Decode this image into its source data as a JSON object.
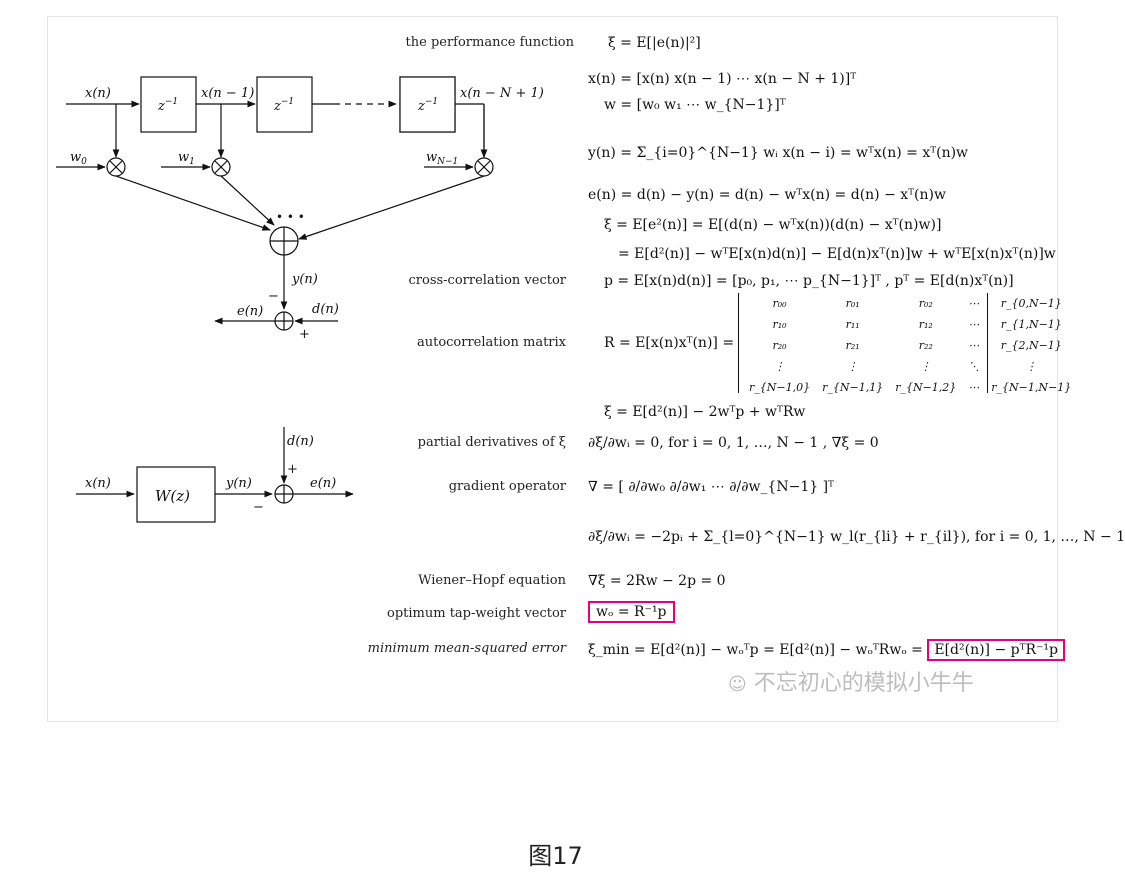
{
  "diagram": {
    "labels": {
      "xn": "x(n)",
      "xn1": "x(n − 1)",
      "xnN1": "x(n − N + 1)",
      "zinv": "z",
      "zexp": "−1",
      "w0": "w",
      "w0sub": "0",
      "w1": "w",
      "w1sub": "1",
      "wN1": "w",
      "wN1sub": "N−1",
      "yn": "y(n)",
      "en": "e(n)",
      "dn": "d(n)",
      "minus": "−",
      "plus": "+",
      "dots": "• • •",
      "wz": "W(z)"
    }
  },
  "rows": [
    {
      "label": "the performance function",
      "eq": "ξ = E[|e(n)|²]"
    },
    {
      "label": "",
      "eq": "x(n) = [x(n) x(n − 1) ⋯ x(n − N + 1)]ᵀ"
    },
    {
      "label": "",
      "eq": "w = [w₀ w₁ ⋯ w_{N−1}]ᵀ"
    },
    {
      "label": "",
      "eq": "y(n) = Σ_{i=0}^{N−1} wᵢ x(n − i) = wᵀx(n) = xᵀ(n)w"
    },
    {
      "label": "",
      "eq": "e(n) = d(n) − y(n) = d(n) − wᵀx(n) = d(n) − xᵀ(n)w"
    },
    {
      "label": "",
      "eq": "ξ = E[e²(n)] = E[(d(n) − wᵀx(n))(d(n) − xᵀ(n)w)]"
    },
    {
      "label": "",
      "eq": "= E[d²(n)] − wᵀE[x(n)d(n)] − E[d(n)xᵀ(n)]w + wᵀE[x(n)xᵀ(n)]w"
    },
    {
      "label": "cross-correlation vector",
      "eq": "p = E[x(n)d(n)] = [p₀, p₁, ⋯ p_{N−1}]ᵀ ,  pᵀ = E[d(n)xᵀ(n)]"
    },
    {
      "label": "autocorrelation matrix",
      "eq": "R = E[x(n)xᵀ(n)] ="
    },
    {
      "label": "",
      "eq": "ξ = E[d²(n)] − 2wᵀp + wᵀRw"
    },
    {
      "label": "partial derivatives of ξ",
      "eq": "∂ξ/∂wᵢ = 0,  for i = 0, 1, …, N − 1  ,  ∇ξ = 0"
    },
    {
      "label": "gradient operator",
      "eq": "∇ = [ ∂/∂w₀  ∂/∂w₁  ⋯  ∂/∂w_{N−1} ]ᵀ"
    },
    {
      "label": "",
      "eq": "∂ξ/∂wᵢ = −2pᵢ + Σ_{l=0}^{N−1} w_l(r_{li} + r_{il}),  for i = 0, 1, …, N − 1"
    },
    {
      "label": "Wiener–Hopf equation",
      "eq": "∇ξ = 2Rw − 2p = 0"
    },
    {
      "label": "optimum tap-weight vector",
      "eq": "wₒ = R⁻¹p"
    },
    {
      "label": "minimum mean-squared error",
      "eq": "ξ_min = E[d²(n)] − wₒᵀp = E[d²(n)] − wₒᵀRwₒ =",
      "boxed_tail": "E[d²(n)] − pᵀR⁻¹p"
    }
  ],
  "matrix": {
    "rows": [
      [
        "r₀₀",
        "r₀₁",
        "r₀₂",
        "⋯",
        "r_{0,N−1}"
      ],
      [
        "r₁₀",
        "r₁₁",
        "r₁₂",
        "⋯",
        "r_{1,N−1}"
      ],
      [
        "r₂₀",
        "r₂₁",
        "r₂₂",
        "⋯",
        "r_{2,N−1}"
      ],
      [
        "⋮",
        "⋮",
        "⋮",
        "⋱",
        "⋮"
      ],
      [
        "r_{N−1,0}",
        "r_{N−1,1}",
        "r_{N−1,2}",
        "⋯",
        "r_{N−1,N−1}"
      ]
    ]
  },
  "watermark": "不忘初心的模拟小牛牛",
  "caption": "图17",
  "colors": {
    "highlight": "#e6007e",
    "watermark": "#bdbdbd"
  }
}
